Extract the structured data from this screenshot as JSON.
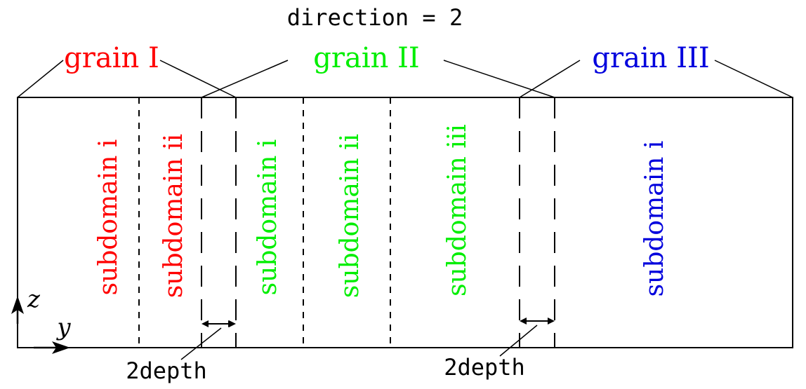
{
  "title": "direction = 2",
  "colors": {
    "grain_I": "#ff0000",
    "grain_II": "#00ee00",
    "grain_III": "#0000dd",
    "line": "#000000"
  },
  "grains": [
    {
      "label": "grain I",
      "color": "#ff0000"
    },
    {
      "label": "grain II",
      "color": "#00ee00"
    },
    {
      "label": "grain III",
      "color": "#0000dd"
    }
  ],
  "subdomains": [
    {
      "label": "subdomain i",
      "grain": "I",
      "color": "#ff0000"
    },
    {
      "label": "subdomain ii",
      "grain": "I",
      "color": "#ff0000"
    },
    {
      "label": "subdomain i",
      "grain": "II",
      "color": "#00ee00"
    },
    {
      "label": "subdomain ii",
      "grain": "II",
      "color": "#00ee00"
    },
    {
      "label": "subdomain iii",
      "grain": "II",
      "color": "#00ee00"
    },
    {
      "label": "subdomain i",
      "grain": "III",
      "color": "#0000dd"
    }
  ],
  "depth_labels": [
    "2depth",
    "2depth"
  ],
  "axes": {
    "horizontal": "y",
    "vertical": "z"
  }
}
